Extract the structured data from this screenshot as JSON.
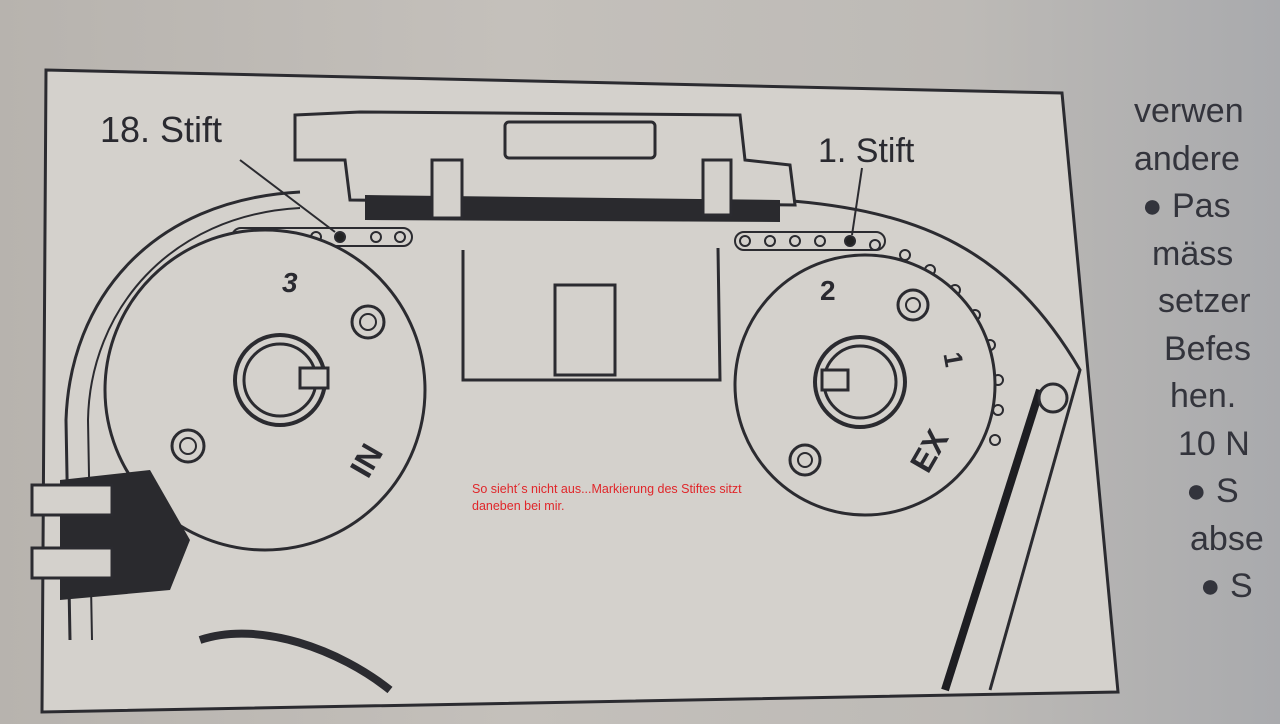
{
  "diagram": {
    "labels": {
      "pin_18": "18. Stift",
      "pin_1": "1. Stift",
      "mark_3": "3",
      "mark_2": "2",
      "mark_1": "1",
      "intake": "IN",
      "exhaust": "EX"
    },
    "annotation": {
      "line1": "So sieht´s nicht aus...Markierung des Stiftes sitzt",
      "line2": "daneben bei mir.",
      "color": "#e0262a"
    }
  },
  "page_text": {
    "lines": [
      "verwen",
      "andere",
      "● Pas",
      "mäss",
      "setzer",
      "Befes",
      "hen.",
      "10 N",
      "● S",
      "abse",
      "● S"
    ]
  }
}
